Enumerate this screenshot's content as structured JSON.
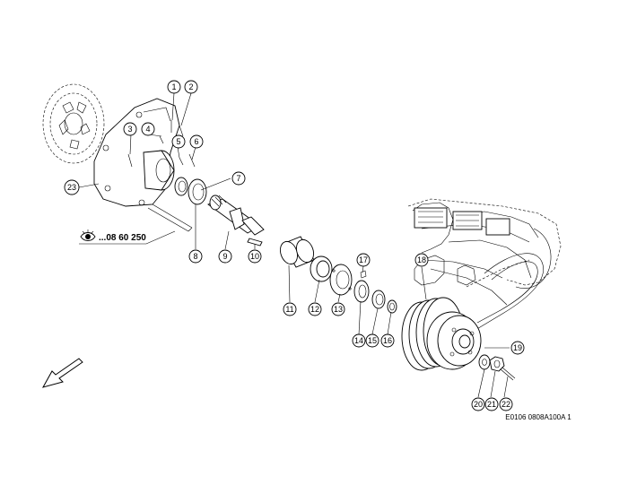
{
  "callouts": [
    {
      "label": "1"
    },
    {
      "label": "2"
    },
    {
      "label": "3"
    },
    {
      "label": "4"
    },
    {
      "label": "5"
    },
    {
      "label": "6"
    },
    {
      "label": "7"
    },
    {
      "label": "8"
    },
    {
      "label": "9"
    },
    {
      "label": "10"
    },
    {
      "label": "11"
    },
    {
      "label": "12"
    },
    {
      "label": "13"
    },
    {
      "label": "14"
    },
    {
      "label": "15"
    },
    {
      "label": "16"
    },
    {
      "label": "17"
    },
    {
      "label": "18"
    },
    {
      "label": "19"
    },
    {
      "label": "20"
    },
    {
      "label": "21"
    },
    {
      "label": "22"
    },
    {
      "label": "23"
    }
  ],
  "reference": {
    "text": "...08 60 250"
  },
  "figure_code": "E0106 0808A100A 1"
}
